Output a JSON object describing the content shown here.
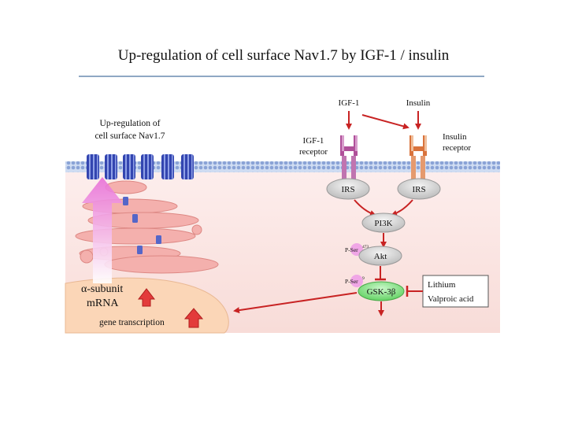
{
  "slide_title": "Up-regulation of cell surface Nav1.7 by IGF-1 / insulin",
  "diagram": {
    "upregulation_label_line1": "Up-regulation of",
    "upregulation_label_line2": "cell surface Nav1.7",
    "igf1": "IGF-1",
    "insulin": "Insulin",
    "igf1_receptor_line1": "IGF-1",
    "igf1_receptor_line2": "receptor",
    "insulin_receptor_line1": "Insulin",
    "insulin_receptor_line2": "receptor",
    "irs_left": "IRS",
    "irs_right": "IRS",
    "pi3k": "PI3K",
    "akt": "Akt",
    "p_ser473": "P-Ser",
    "p_ser473_sup": "473",
    "p_ser9": "P-Ser",
    "p_ser9_sup": "9",
    "gsk3b": "GSK-3β",
    "lithium": "Lithium",
    "valproic_acid": "Valproic acid",
    "alpha_subunit": "α-subunit",
    "mrna": "mRNA",
    "gene_transcription": "gene transcription"
  },
  "colors": {
    "cytoplasm": "#fde9e6",
    "membrane": "#a9bde0",
    "channel": "#2f3fa3",
    "arrow_red": "#c82323",
    "igf1_receptor": "#b0509a",
    "insulin_receptor": "#d9733c",
    "gsk": "#8ee88e"
  }
}
